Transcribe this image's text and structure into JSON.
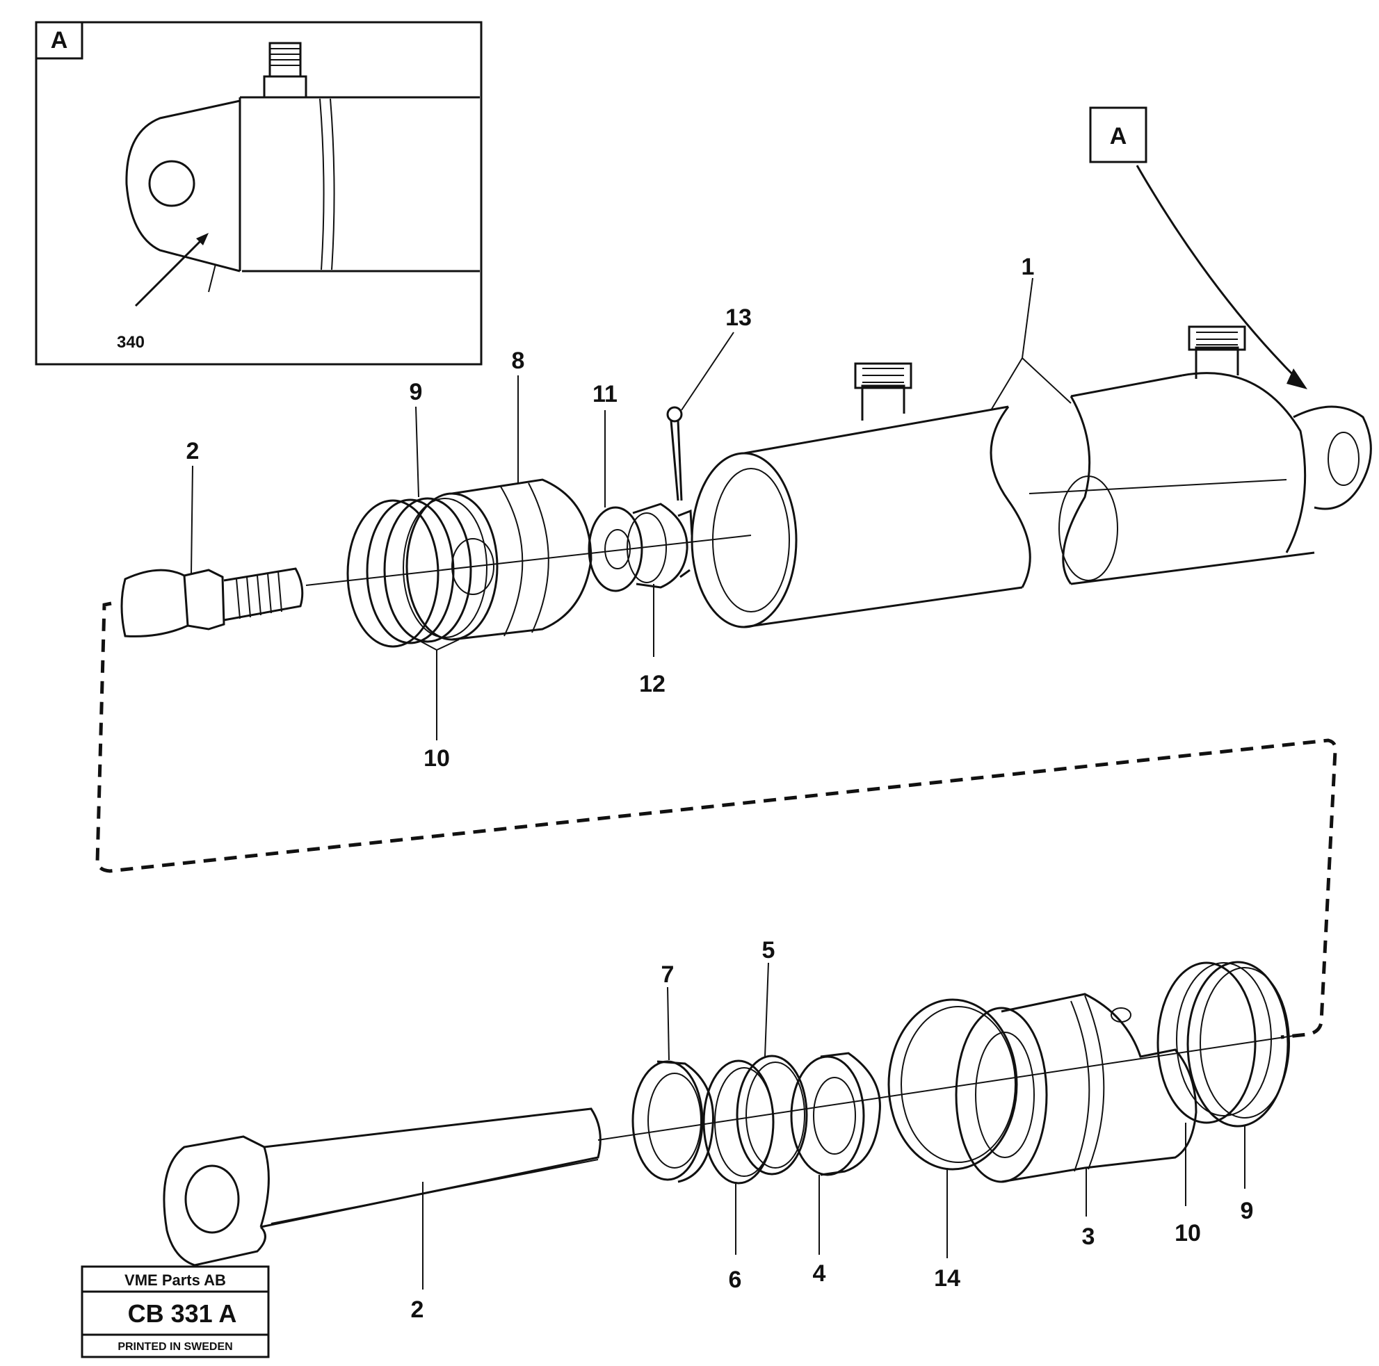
{
  "detail": {
    "flag": "A",
    "ref_number": "340"
  },
  "main_view": {
    "flag": "A"
  },
  "callouts": {
    "c1": "1",
    "c2_top": "2",
    "c8": "8",
    "c9_top": "9",
    "c10_top": "10",
    "c11": "11",
    "c12": "12",
    "c13": "13",
    "c2_bottom": "2",
    "c3": "3",
    "c4": "4",
    "c5": "5",
    "c6": "6",
    "c7": "7",
    "c9_bottom": "9",
    "c10_bottom": "10",
    "c14": "14"
  },
  "title_block": {
    "company": "VME Parts AB",
    "drawing_number": "CB 331 A",
    "printed": "PRINTED IN SWEDEN"
  }
}
